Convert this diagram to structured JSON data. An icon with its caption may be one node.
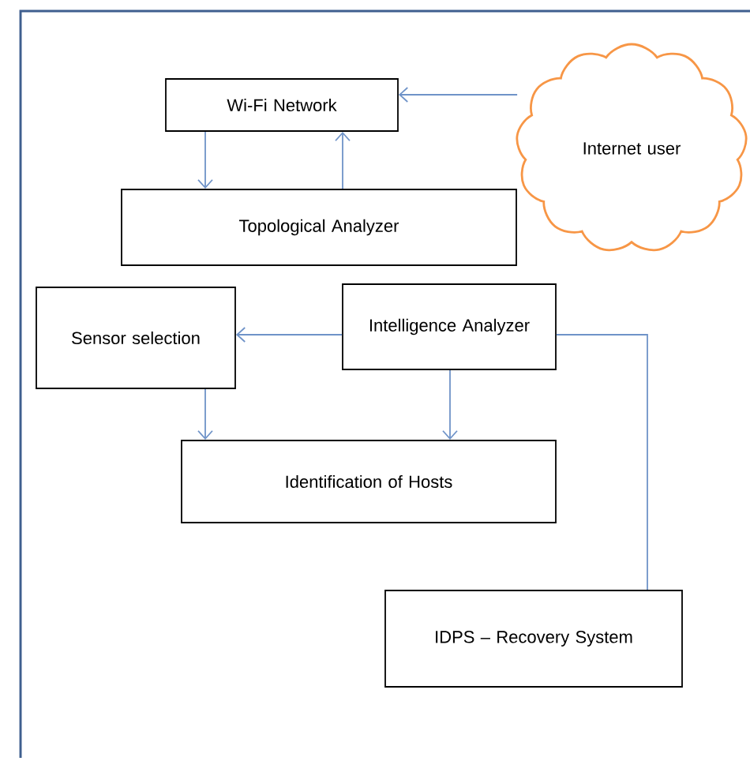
{
  "diagram": {
    "nodes": [
      {
        "text": [
          "Wi-Fi Network"
        ]
      },
      {
        "text": [
          "Topological Analyzer"
        ]
      },
      {
        "text": [
          "Internet user"
        ]
      },
      {
        "text": [
          "Sensor selection"
        ]
      },
      {
        "text": [
          "Intelligence Analyzer"
        ]
      },
      {
        "text": [
          "Identification of Hosts"
        ]
      },
      {
        "text": [
          "IDPS – Recovery System"
        ]
      }
    ],
    "edges": [
      {
        "from": 2,
        "to": 0,
        "arrow": "to"
      },
      {
        "from": 0,
        "to": 1,
        "arrow": "to"
      },
      {
        "from": 1,
        "to": 0,
        "arrow": "to"
      },
      {
        "from": 4,
        "to": 3,
        "arrow": "to"
      },
      {
        "from": 3,
        "to": 5,
        "arrow": "to"
      },
      {
        "from": 4,
        "to": 5,
        "arrow": "to"
      },
      {
        "from": 4,
        "to": 6,
        "arrow": "none"
      }
    ]
  }
}
